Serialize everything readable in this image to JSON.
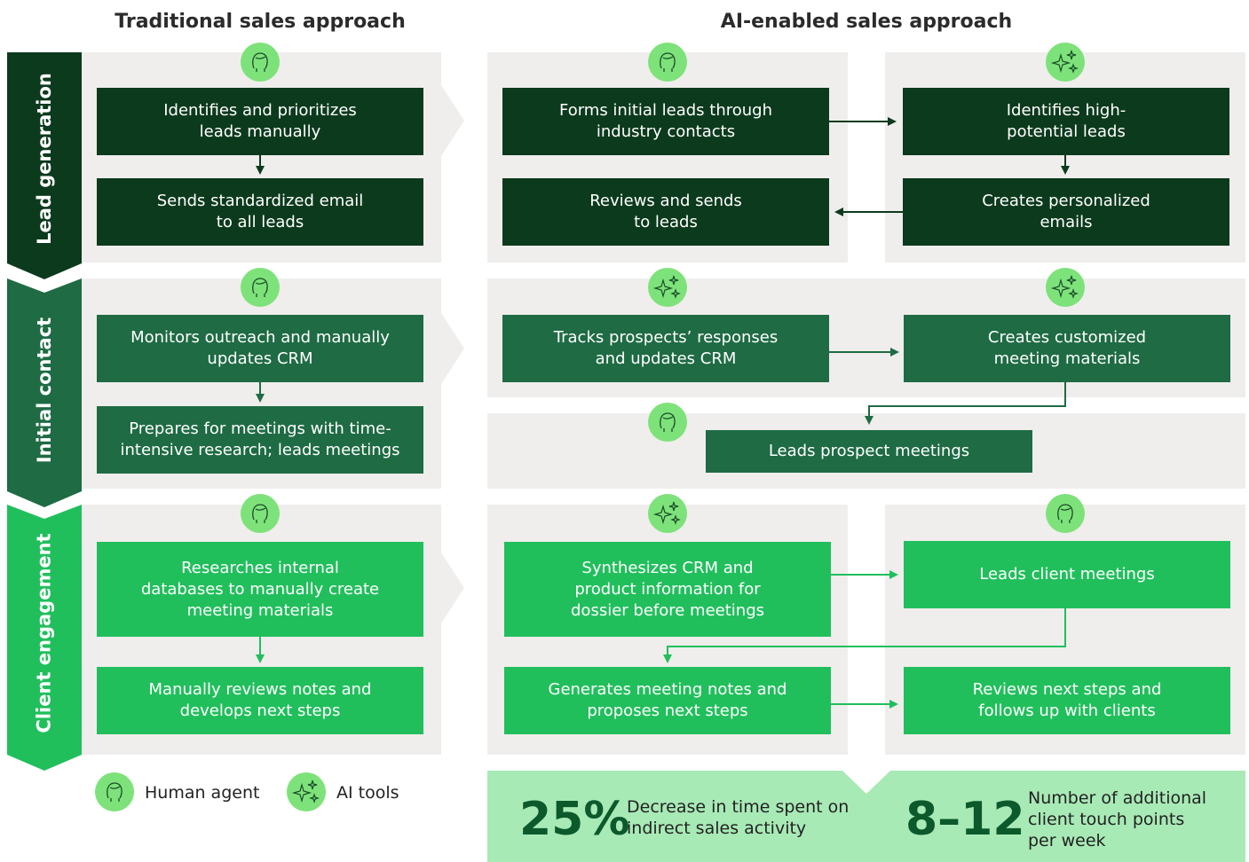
{
  "headers": {
    "traditional": "Traditional sales approach",
    "ai": "AI-enabled sales approach"
  },
  "stages": {
    "lead_generation": "Lead generation",
    "initial_contact": "Initial contact",
    "client_engagement": "Client engagement"
  },
  "traditional": {
    "lead_generation": [
      "Identifies and prioritizes\nleads manually",
      "Sends standardized email\nto all leads"
    ],
    "initial_contact": [
      "Monitors outreach and manually\nupdates CRM",
      "Prepares for meetings with time-\nintensive research; leads meetings"
    ],
    "client_engagement": [
      "Researches internal\ndatabases to manually create\nmeeting materials",
      "Manually reviews notes and\ndevelops next steps"
    ]
  },
  "ai": {
    "lead_generation": {
      "forms_leads": "Forms initial leads through\nindustry contacts",
      "identifies": "Identifies high-\npotential leads",
      "reviews_sends": "Reviews and sends\nto leads",
      "creates_emails": "Creates personalized\nemails"
    },
    "initial_contact": {
      "tracks": "Tracks prospects’ responses\nand updates CRM",
      "creates_materials": "Creates customized\nmeeting materials",
      "leads_meetings": "Leads prospect meetings"
    },
    "client_engagement": {
      "synthesizes": "Synthesizes CRM and\nproduct information for\ndossier before meetings",
      "leads_client": "Leads client meetings",
      "generates": "Generates meeting notes and\nproposes next steps",
      "reviews_next": "Reviews next steps and\nfollows up with clients"
    }
  },
  "legend": {
    "human": "Human agent",
    "ai": "AI tools"
  },
  "stats": [
    {
      "value": "25%",
      "label": "Decrease in time spent on\nindirect sales activity"
    },
    {
      "value": "8–12",
      "label": "Number of additional\nclient touch points\nper week"
    }
  ],
  "colors": {
    "dark_green": "#0c3a1d",
    "mid_green": "#1e6b44",
    "bright_green": "#21bf5c",
    "icon_green": "#7ee27a",
    "panel_gray": "#efeeec",
    "stat_bg": "#a8eab6"
  }
}
